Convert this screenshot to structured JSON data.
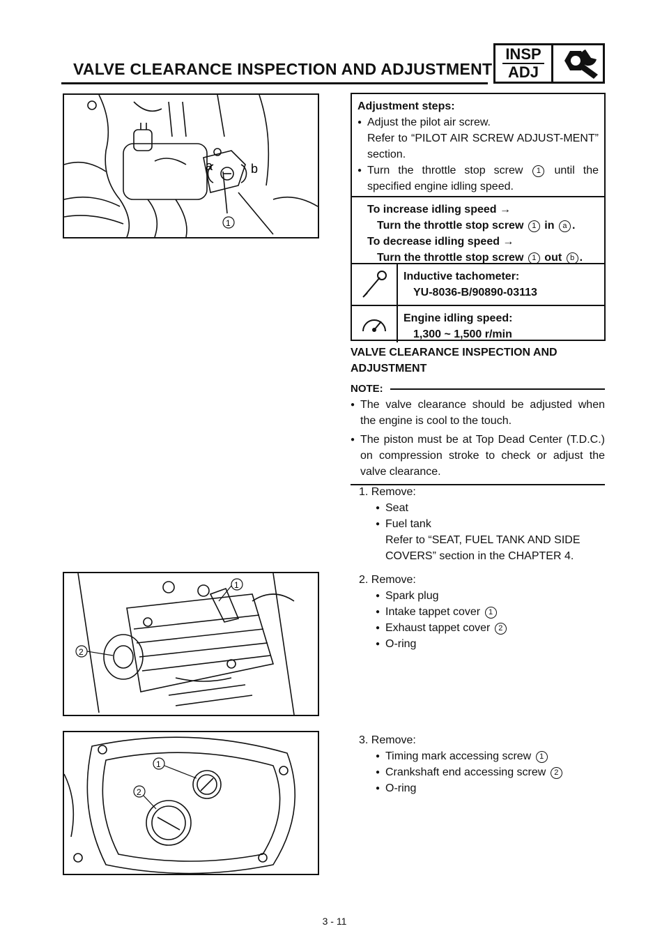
{
  "header": {
    "title": "VALVE CLEARANCE INSPECTION AND ADJUSTMENT",
    "badge_top": "INSP",
    "badge_bottom": "ADJ",
    "badge_icon": "wrench-nut-icon"
  },
  "adjust_box": {
    "heading": "Adjustment steps:",
    "step1": "Adjust the pilot air screw.",
    "step1_ref": "Refer to “PILOT AIR SCREW ADJUST-MENT” section.",
    "step2_a": "Turn the throttle stop screw",
    "step2_num": "1",
    "step2_b": "until the specified engine idling speed.",
    "inc_label": "To increase idling speed →",
    "inc_action": "Turn the throttle stop screw",
    "inc_num": "1",
    "inc_dir": "in",
    "inc_letter": "a",
    "dec_label": "To decrease idling speed →",
    "dec_action": "Turn the throttle stop screw",
    "dec_num": "1",
    "dec_dir": "out",
    "dec_letter": "b",
    "tool_label": "Inductive tachometer:",
    "tool_value": "YU-8036-B/90890-03113",
    "spec_label": "Engine idling speed:",
    "spec_value": "1,300 ~ 1,500 r/min"
  },
  "section": {
    "title": "VALVE CLEARANCE INSPECTION AND ADJUSTMENT",
    "note_label": "NOTE:",
    "note1": "The valve clearance should be adjusted when the engine is cool to the touch.",
    "note2": "The piston must be at Top Dead Center (T.D.C.) on compression stroke to check or adjust the valve clearance."
  },
  "steps": {
    "s1_title": "1.  Remove:",
    "s1_items": [
      "Seat",
      "Fuel tank"
    ],
    "s1_ref": "Refer to “SEAT, FUEL TANK AND SIDE COVERS” section in the CHAPTER 4.",
    "s2_title": "2.  Remove:",
    "s2_items": [
      "Spark plug",
      "Intake tappet cover",
      "Exhaust tappet cover",
      "O-ring"
    ],
    "s2_nums": [
      "",
      "1",
      "2",
      ""
    ],
    "s3_title": "3.  Remove:",
    "s3_items": [
      "Timing mark accessing screw",
      "Crankshaft end accessing screw",
      "O-ring"
    ],
    "s3_nums": [
      "1",
      "2",
      ""
    ]
  },
  "figures": {
    "fig1_labels": [
      "a",
      "b",
      "1"
    ],
    "fig2_labels": [
      "1",
      "2"
    ],
    "fig3_labels": [
      "1",
      "2"
    ]
  },
  "footer": {
    "page": "3 - 11"
  }
}
